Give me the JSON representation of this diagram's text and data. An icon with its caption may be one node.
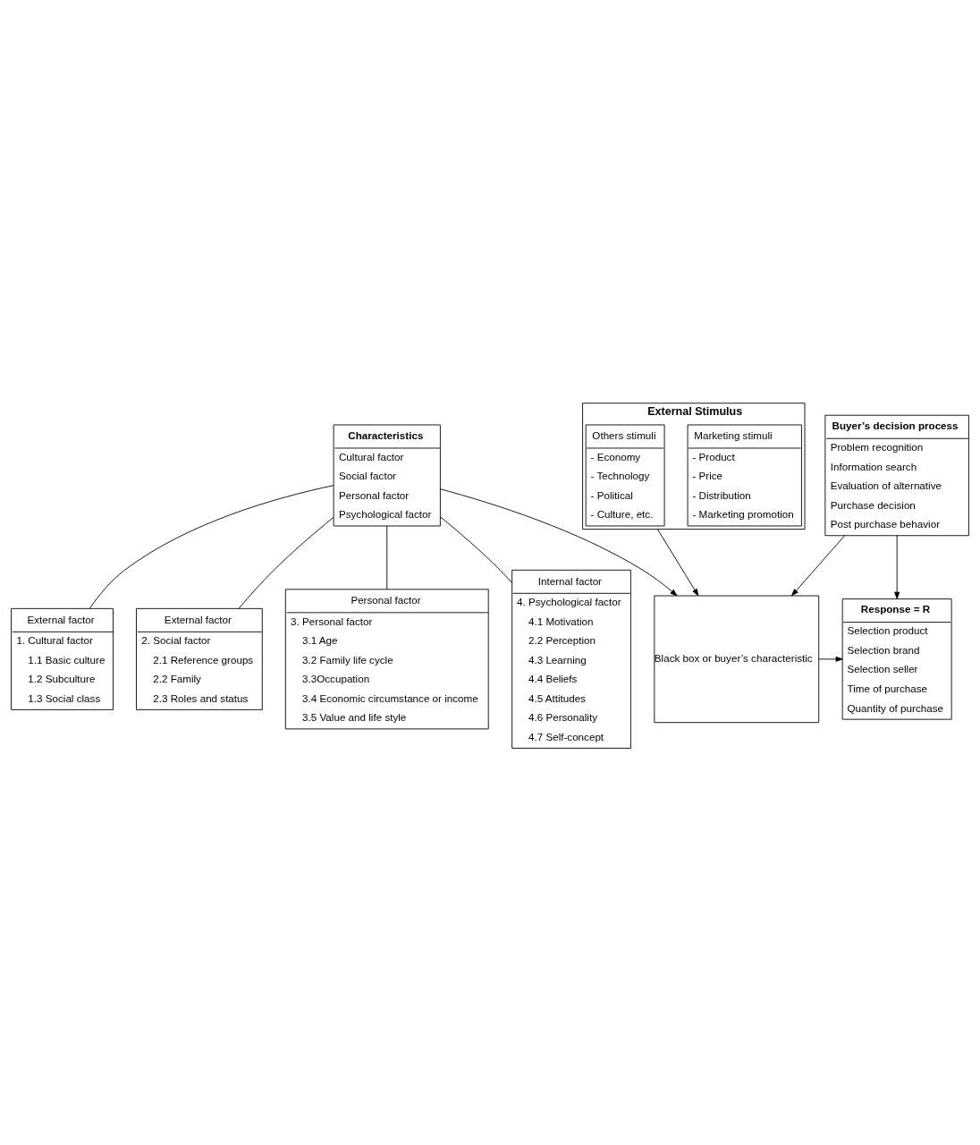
{
  "diagram": {
    "nodes": [
      {
        "text": [
          "External Stimulus"
        ]
      },
      {
        "text": [
          "Marketing stimuli",
          "- Product",
          "- Price",
          "- Distribution",
          "- Marketing promotion"
        ],
        "in": 0
      },
      {
        "text": [
          "Others stimuli",
          "- Economy",
          "- Technology",
          "- Political",
          "- Culture, etc."
        ],
        "in": 0
      },
      {
        "text": [
          "Black box or buyer’s characteristic"
        ]
      },
      {
        "text": [
          "Response = R",
          "Selection product",
          "Selection brand",
          "Selection seller",
          "Time of purchase",
          "Quantity of purchase"
        ]
      },
      {
        "text": [
          "Characteristics",
          "Cultural factor",
          "Social factor",
          "Personal factor",
          "Psychological factor"
        ]
      },
      {
        "text": [
          "Buyer’s decision process",
          "Problem recognition",
          "Information search",
          "Evaluation of alternative",
          "Purchase decision",
          "Post purchase behavior"
        ]
      },
      {
        "text": [
          "External factor",
          "1. Cultural factor",
          "1.1 Basic culture",
          "1.2 Subculture",
          "1.3 Social class"
        ]
      },
      {
        "text": [
          "External factor",
          "2. Social factor",
          "2.1 Reference groups",
          "2.2 Family",
          "2.3 Roles and status"
        ]
      },
      {
        "text": [
          "Personal factor",
          "3. Personal factor",
          "3.1 Age",
          "3.2 Family life cycle",
          "3.3Occupation",
          "3.4 Economic circumstance or income",
          "3.5 Value and life style"
        ]
      },
      {
        "text": [
          "Internal factor",
          "4. Psychological factor",
          "4.1 Motivation",
          "2.2 Perception",
          "4.3 Learning",
          "4.4 Beliefs",
          "4.5 Attitudes",
          "4.6 Personality",
          "4.7 Self-concept"
        ]
      }
    ],
    "edges": [
      {
        "from": 0,
        "to": 3,
        "arrow": "to"
      },
      {
        "from": 3,
        "to": 4,
        "arrow": "to"
      },
      {
        "from": 5,
        "to": 3,
        "arrow": "to"
      },
      {
        "from": 6,
        "to": 3,
        "arrow": "to"
      },
      {
        "from": 6,
        "to": 4,
        "arrow": "to"
      },
      {
        "from": 5,
        "to": 7,
        "arrow": "none"
      },
      {
        "from": 5,
        "to": 8,
        "arrow": "none"
      },
      {
        "from": 5,
        "to": 9,
        "arrow": "none"
      },
      {
        "from": 5,
        "to": 10,
        "arrow": "none"
      }
    ]
  }
}
